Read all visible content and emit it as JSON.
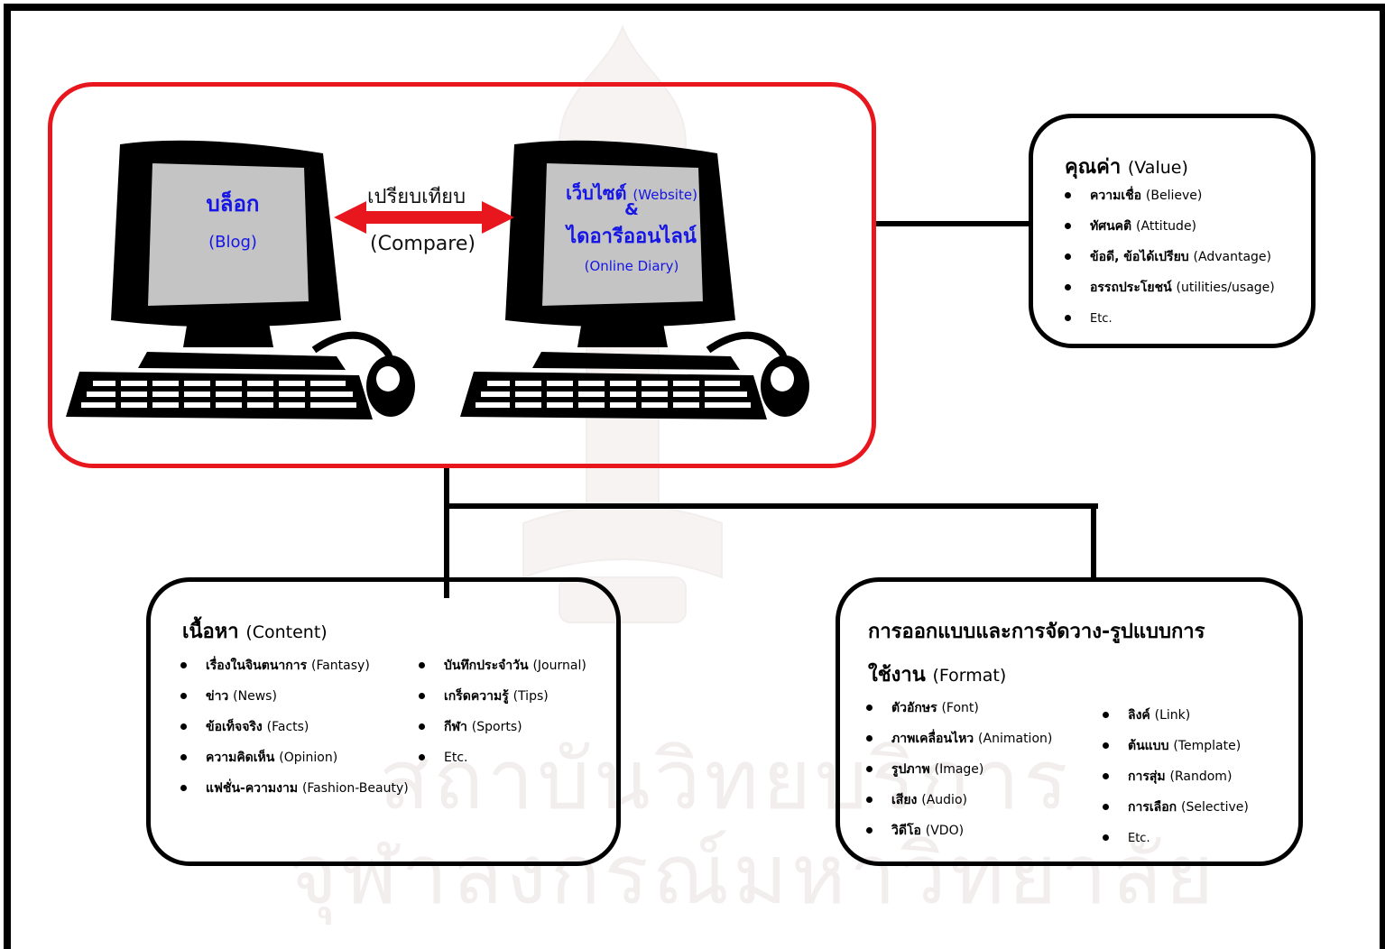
{
  "comparison": {
    "blog_title": "บล็อก",
    "blog_subtitle": "(Blog)",
    "compare_th": "เปรียบเทียบ",
    "compare_en": "(Compare)",
    "website_th": "เว็บไซต์",
    "website_en": "(Website)",
    "ampersand": "&",
    "diary_th": "ไดอารีออนไลน์",
    "diary_en": "(Online Diary)"
  },
  "value_box": {
    "title_th": "คุณค่า",
    "title_en": "(Value)",
    "items": [
      {
        "th": "ความเชื่อ",
        "en": "(Believe)"
      },
      {
        "th": "ทัศนคติ",
        "en": "(Attitude)"
      },
      {
        "th": "ข้อดี, ข้อได้เปรียบ",
        "en": "(Advantage)"
      },
      {
        "th": "อรรถประโยชน์",
        "en": "(utilities/usage)"
      },
      {
        "th": "",
        "en": "Etc."
      }
    ]
  },
  "content_box": {
    "title_th": "เนื้อหา",
    "title_en": "(Content)",
    "col1": [
      {
        "th": "เรื่องในจินตนาการ",
        "en": "(Fantasy)"
      },
      {
        "th": "ข่าว",
        "en": "(News)"
      },
      {
        "th": "ข้อเท็จจริง",
        "en": "(Facts)"
      },
      {
        "th": "ความคิดเห็น",
        "en": "(Opinion)"
      },
      {
        "th": "แฟชั่น-ความงาม",
        "en": "(Fashion-Beauty)"
      }
    ],
    "col2": [
      {
        "th": "บันทึกประจำวัน",
        "en": "(Journal)"
      },
      {
        "th": "เกร็ดความรู้",
        "en": "(Tips)"
      },
      {
        "th": "กีฬา",
        "en": "(Sports)"
      },
      {
        "th": "",
        "en": "Etc."
      }
    ]
  },
  "format_box": {
    "title_line1": "การออกแบบและการจัดวาง-รูปแบบการ",
    "title_line2_th": "ใช้งาน",
    "title_line2_en": "(Format)",
    "col1": [
      {
        "th": "ตัวอักษร",
        "en": "(Font)"
      },
      {
        "th": "ภาพเคลื่อนไหว",
        "en": "(Animation)"
      },
      {
        "th": "รูปภาพ",
        "en": "(Image)"
      },
      {
        "th": "เสียง",
        "en": "(Audio)"
      },
      {
        "th": "วิดีโอ",
        "en": "(VDO)"
      }
    ],
    "col2": [
      {
        "th": "ลิงค์",
        "en": "(Link)"
      },
      {
        "th": "ต้นแบบ",
        "en": "(Template)"
      },
      {
        "th": "การสุ่ม",
        "en": "(Random)"
      },
      {
        "th": "การเลือก",
        "en": "(Selective)"
      },
      {
        "th": "",
        "en": "Etc."
      }
    ]
  },
  "watermark": {
    "line1": "สถาบันวิทยบริการ",
    "line2": "จุฬาลงกรณ์มหาวิทยาลัย"
  },
  "colors": {
    "red_frame": "#e8171d",
    "arrow": "#e8171d",
    "screen_text": "#1515e6",
    "screen_fill": "#c4c4c4"
  }
}
